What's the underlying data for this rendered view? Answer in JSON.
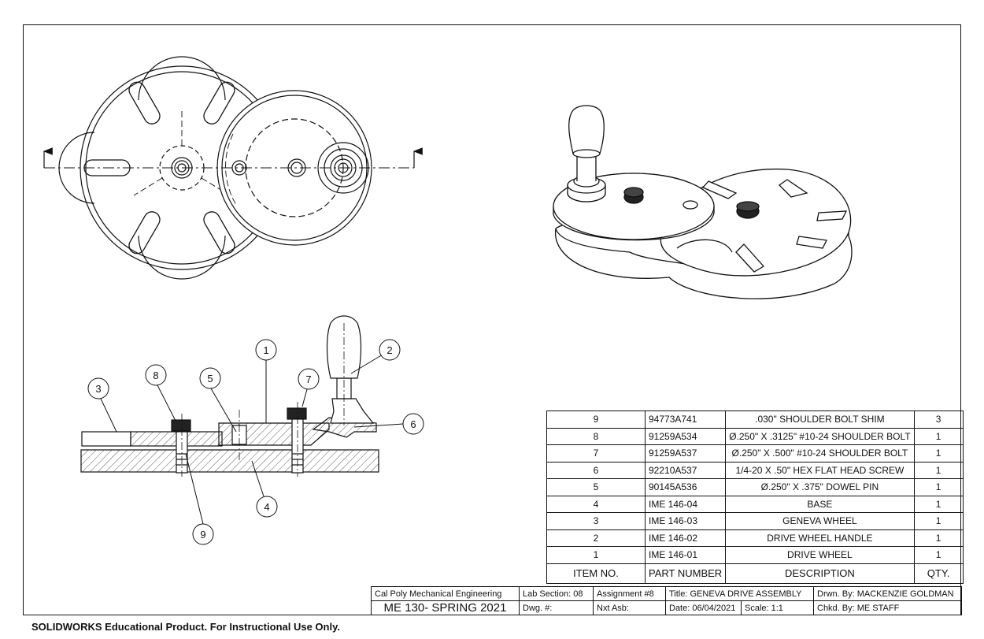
{
  "balloons": [
    "1",
    "2",
    "3",
    "4",
    "5",
    "6",
    "7",
    "8",
    "9"
  ],
  "bom": {
    "rows": [
      {
        "item": "9",
        "part": "94773A741",
        "desc": ".030\" SHOULDER BOLT SHIM",
        "qty": "3"
      },
      {
        "item": "8",
        "part": "91259A534",
        "desc": "Ø.250\" X .3125\" #10-24 SHOULDER BOLT",
        "qty": "1"
      },
      {
        "item": "7",
        "part": "91259A537",
        "desc": "Ø.250\" X .500\" #10-24 SHOULDER BOLT",
        "qty": "1"
      },
      {
        "item": "6",
        "part": "92210A537",
        "desc": "1/4-20 X .50\" HEX FLAT HEAD SCREW",
        "qty": "1"
      },
      {
        "item": "5",
        "part": "90145A536",
        "desc": "Ø.250\" X .375\" DOWEL PIN",
        "qty": "1"
      },
      {
        "item": "4",
        "part": "IME 146-04",
        "desc": "BASE",
        "qty": "1"
      },
      {
        "item": "3",
        "part": "IME 146-03",
        "desc": "GENEVA WHEEL",
        "qty": "1"
      },
      {
        "item": "2",
        "part": "IME 146-02",
        "desc": "DRIVE WHEEL HANDLE",
        "qty": "1"
      },
      {
        "item": "1",
        "part": "IME 146-01",
        "desc": "DRIVE WHEEL",
        "qty": "1"
      }
    ],
    "header": {
      "item": "ITEM NO.",
      "part": "PART NUMBER",
      "desc": "DESCRIPTION",
      "qty": "QTY."
    }
  },
  "title_block": {
    "school": "Cal Poly Mechanical Engineering",
    "course": "ME 130- SPRING 2021",
    "lab_section": "Lab Section: 08",
    "assignment": "Assignment #8",
    "title": "Title: GENEVA DRIVE ASSEMBLY",
    "drawn_by": "Drwn. By: MACKENZIE GOLDMAN",
    "dwg": "Dwg. #:",
    "next_asb": "Nxt Asb:",
    "date": "Date: 06/04/2021",
    "scale": "Scale: 1:1",
    "checked_by": "Chkd. By: ME STAFF"
  },
  "footer": "SOLIDWORKS Educational Product. For Instructional Use Only."
}
